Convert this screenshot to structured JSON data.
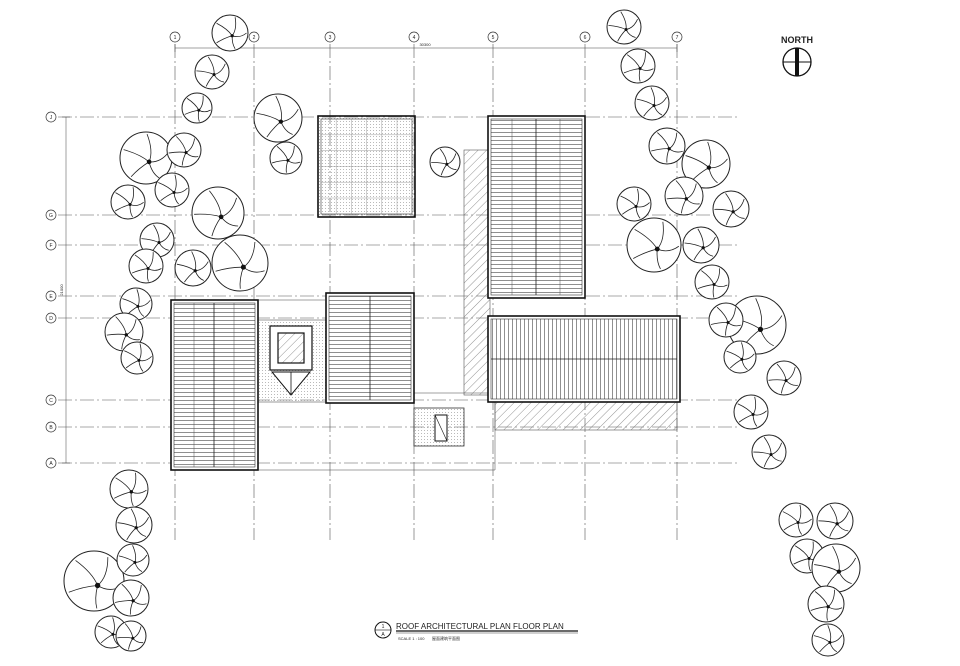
{
  "grid": {
    "columns": [
      "1",
      "2",
      "3",
      "4",
      "5",
      "6",
      "7"
    ],
    "rows": [
      "J",
      "G",
      "F",
      "E",
      "D",
      "C",
      "B",
      "A"
    ],
    "overall_width": "30300",
    "overall_depth": "21000"
  },
  "north_label": "NORTH",
  "title": {
    "main": "ROOF ARCHITECTURAL PLAN  FLOOR PLAN",
    "scale": "SCALE 1 : 100",
    "chinese": "屋面建筑平面图",
    "symbol_top": "1",
    "symbol_bottom": "A"
  },
  "colors": {
    "line": "#111111",
    "hatch": "#888888",
    "dot": "#999999"
  }
}
